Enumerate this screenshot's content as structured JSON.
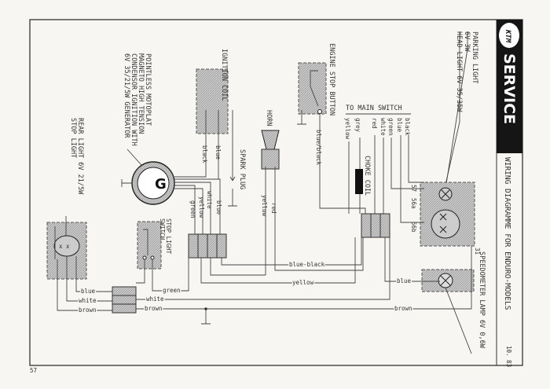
{
  "header": {
    "brand": "KTM",
    "service": "SERVICE",
    "title": "WIRING DIAGRAMME FOR ENDURO-MODELS",
    "date": "10. 83",
    "page_number": "57"
  },
  "components": {
    "parking_light": [
      "PARKING LIGHT",
      "6V 3W"
    ],
    "head_light": "HEAD LIGHT 6V 35/35W",
    "engine_stop": "ENGINE STOP BUTTON",
    "to_main_switch": "TO MAIN SWITCH",
    "choke_coil": "CHOKE COIL",
    "ignition_coil": "IGNITION COIL",
    "horn": "HORN",
    "spark_plug": "SPARK PLUG",
    "generator": [
      "POINTLESS MOTOPLAT",
      "MAGNETO HIGH TENSION",
      "CONDENSOR IGNITION WITH",
      "6V 35/21/5W GENERATOR"
    ],
    "generator_symbol": "G",
    "rear_light": [
      "REAR LIGHT 6V 21/5W",
      "STOP LIGHT"
    ],
    "stop_switch": [
      "STOP LIGHT",
      "SWITCH"
    ],
    "speedometer_lamp": "SPEEDOMETER LAMP 6V 0,6W"
  },
  "terminals": {
    "t57": "57",
    "t56a": "56a",
    "t56b": "56b",
    "t31": "31"
  },
  "wires": {
    "main_switch": [
      "yellow",
      "grey",
      "red",
      "white",
      "green",
      "blue",
      "black"
    ],
    "engine_stop": "blue/black",
    "ignition": [
      "black",
      "blue"
    ],
    "generator": [
      "green",
      "yellow",
      "white",
      "blue"
    ],
    "horn": [
      "yellow",
      "red"
    ],
    "blue_black": "blue-black",
    "yellow": "yellow",
    "speedo_blue": "blue",
    "brown_right": "brown",
    "rear_blue": "blue",
    "rear_white": "white",
    "rear_brown": "brown",
    "green": "green",
    "white": "white",
    "brown": "brown"
  }
}
